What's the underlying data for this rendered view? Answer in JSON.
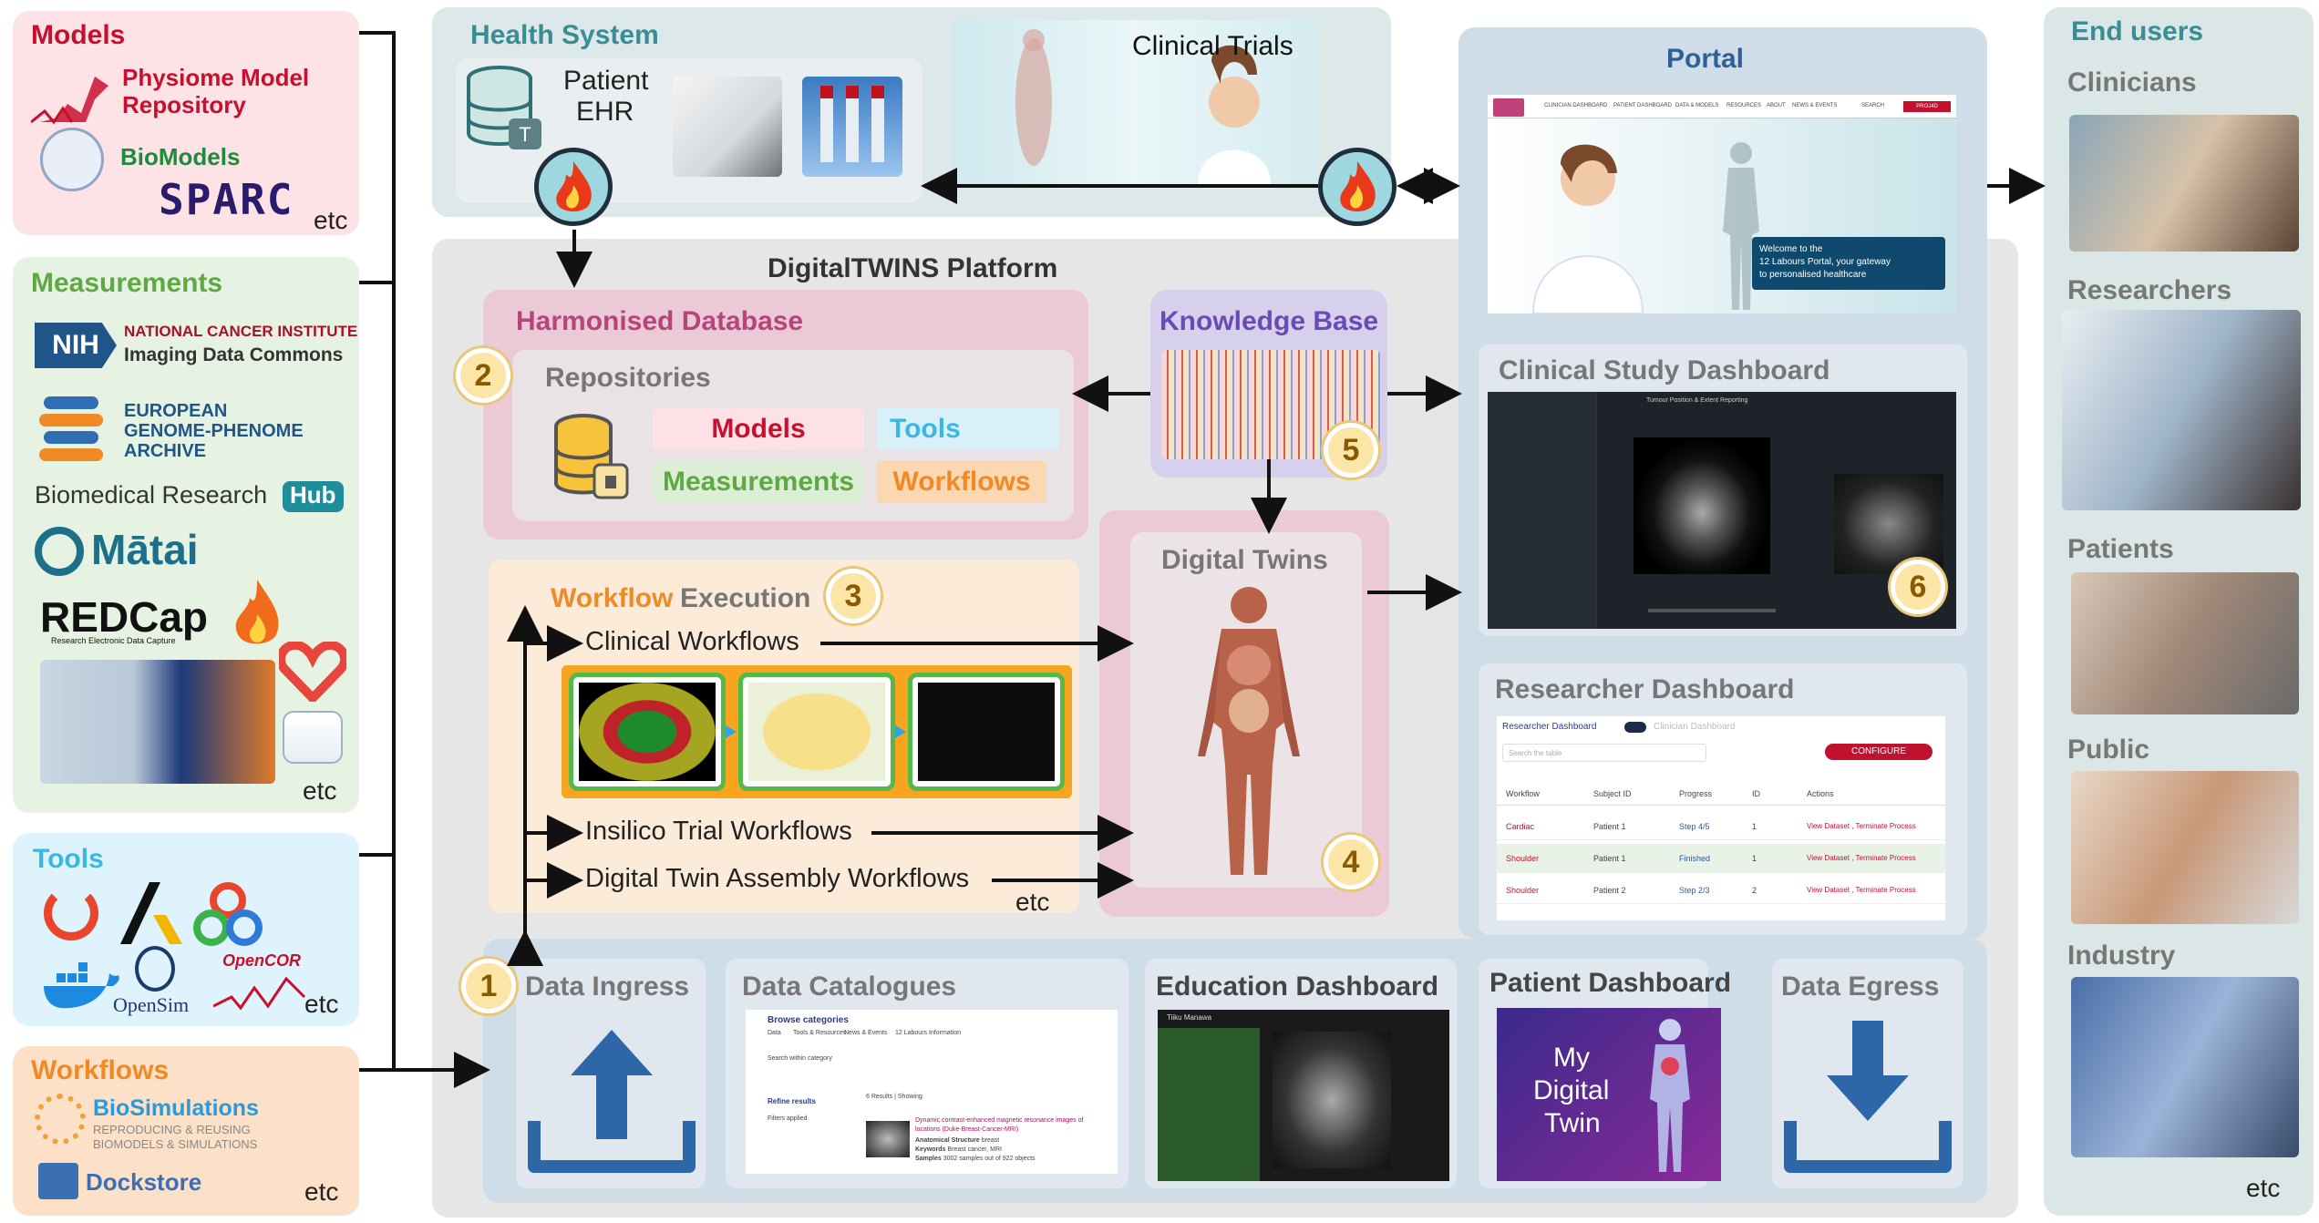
{
  "left": {
    "models": {
      "title": "Models",
      "items": [
        "Physiome Model Repository",
        "BioModels",
        "SPARC"
      ],
      "etc": "etc"
    },
    "measurements": {
      "title": "Measurements",
      "nci_line1": "NATIONAL CANCER INSTITUTE",
      "nci_line2": "Imaging Data Commons",
      "nih": "NIH",
      "ega": [
        "EUROPEAN",
        "GENOME-PHENOME",
        "ARCHIVE"
      ],
      "brh": "Biomedical Research",
      "hub": "Hub",
      "matai": "Mātai",
      "redcap": "REDCap",
      "redcap_sub": "Research Electronic Data Capture",
      "etc": "etc"
    },
    "tools": {
      "title": "Tools",
      "opensim": "OpenSim",
      "opencor": "OpenCOR",
      "etc": "etc"
    },
    "workflows": {
      "title": "Workflows",
      "biosim": "BioSimulations",
      "biosim_sub1": "REPRODUCING & REUSING",
      "biosim_sub2": "BIOMODELS & SIMULATIONS",
      "dockstore": "Dockstore",
      "etc": "etc"
    }
  },
  "health_system": {
    "title": "Health System",
    "ehr_line1": "Patient",
    "ehr_line2": "EHR",
    "trials": "Clinical Trials"
  },
  "platform": {
    "title": "DigitalTWINS Platform",
    "harmonised_db": "Harmonised Database",
    "repositories": "Repositories",
    "repo_chips": [
      "Models",
      "Tools",
      "Measurements",
      "Workflows"
    ],
    "knowledge_base": "Knowledge Base",
    "workflow_exec_1": "Workflow",
    "workflow_exec_2": "Execution",
    "workflows": [
      "Clinical Workflows",
      "Insilico Trial Workflows",
      "Digital Twin Assembly Workflows"
    ],
    "workflows_etc": "etc",
    "digital_twins": "Digital Twins",
    "bottom": [
      "Data Ingress",
      "Data Catalogues",
      "Education Dashboard",
      "Patient Dashboard",
      "Data Egress"
    ],
    "my_twin": [
      "My",
      "Digital",
      "Twin"
    ],
    "badges": [
      "1",
      "2",
      "3",
      "4",
      "5",
      "6"
    ]
  },
  "portal": {
    "title": "Portal",
    "welcome": [
      "Welcome to the",
      "12 Labours Portal, your gateway",
      "to personalised healthcare"
    ],
    "nav": [
      "CLINICIAN DASHBOARD",
      "PATIENT DASHBOARD",
      "DATA & MODELS",
      "RESOURCES",
      "ABOUT",
      "NEWS & EVENTS",
      "SEARCH"
    ],
    "nav_btn": "PROJ4D"
  },
  "clinical_dashboard": {
    "title": "Clinical Study Dashboard",
    "header": "Tumour Position & Extent Reporting"
  },
  "researcher_dashboard": {
    "title": "Researcher Dashboard",
    "toggle_on": "Researcher Dashboard",
    "toggle_off": "Clinician Dashboard",
    "search_placeholder": "Search the table",
    "configure": "CONFIGURE",
    "columns": [
      "Workflow",
      "Subject ID",
      "Progress",
      "ID",
      "Actions"
    ],
    "rows": [
      {
        "workflow": "Cardiac",
        "subject": "Patient 1",
        "progress": "Step 4/5",
        "id": "1",
        "actions": "View Dataset , Terminate Process"
      },
      {
        "workflow": "Shoulder",
        "subject": "Patient 1",
        "progress": "Finished",
        "id": "1",
        "actions": "View Dataset , Terminate Process"
      },
      {
        "workflow": "Shoulder",
        "subject": "Patient 2",
        "progress": "Step 2/3",
        "id": "2",
        "actions": "View Dataset , Terminate Process"
      }
    ]
  },
  "catalogue": {
    "heading": "Browse categories",
    "tabs": [
      "Data",
      "Tools & Resources",
      "News & Events",
      "12 Labours Information"
    ],
    "search": "Search within category",
    "refine": "Refine results",
    "filters": "Filters applied",
    "results": "6 Results | Showing",
    "title1": "Dynamic contrast-enhanced magnetic resonance images of",
    "title2": "locations (Duke-Breast-Cancer-MRI)",
    "meta1": "Anatomical Structure",
    "meta1v": "breast",
    "meta2": "Keywords",
    "meta2v": "Breast cancer, MRI",
    "meta3": "Samples",
    "meta3v": "3002 samples out of 922 objects"
  },
  "education": {
    "user": "Tiiku Manawa"
  },
  "end_users": {
    "title": "End users",
    "groups": [
      "Clinicians",
      "Researchers",
      "Patients",
      "Public",
      "Industry"
    ],
    "etc": "etc"
  }
}
